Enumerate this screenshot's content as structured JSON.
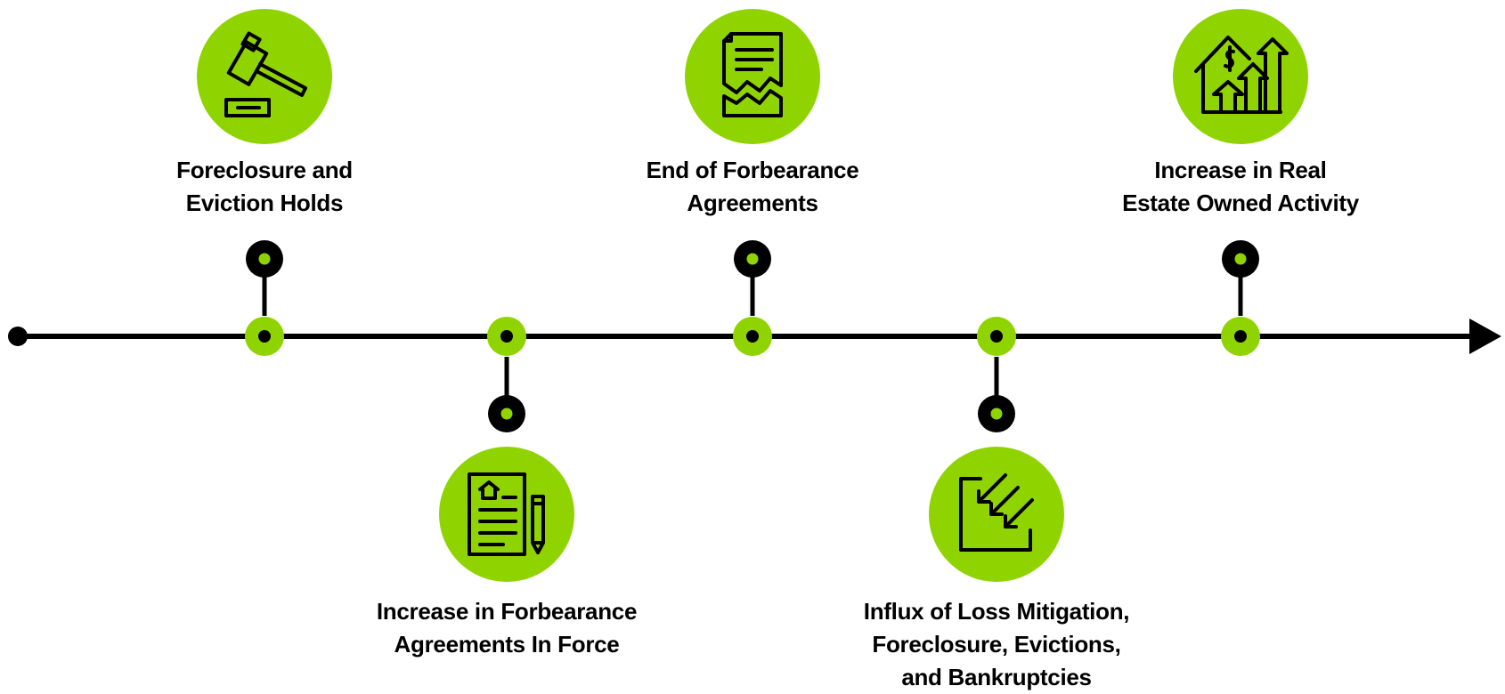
{
  "colors": {
    "accent": "#8fd400",
    "line": "#000000",
    "background": "#ffffff"
  },
  "events": [
    {
      "label": "Foreclosure and\nEviction Holds",
      "icon": "gavel-icon",
      "side": "above"
    },
    {
      "label": "Increase in Forbearance\nAgreements In Force",
      "icon": "document-pen-icon",
      "side": "below"
    },
    {
      "label": "End of Forbearance\nAgreements",
      "icon": "torn-document-icon",
      "side": "above"
    },
    {
      "label": "Influx of Loss Mitigation,\nForeclosure, Evictions,\nand Bankruptcies",
      "icon": "inbox-arrows-icon",
      "side": "below"
    },
    {
      "label": "Increase in Real\nEstate Owned Activity",
      "icon": "house-growth-icon",
      "side": "above"
    }
  ]
}
